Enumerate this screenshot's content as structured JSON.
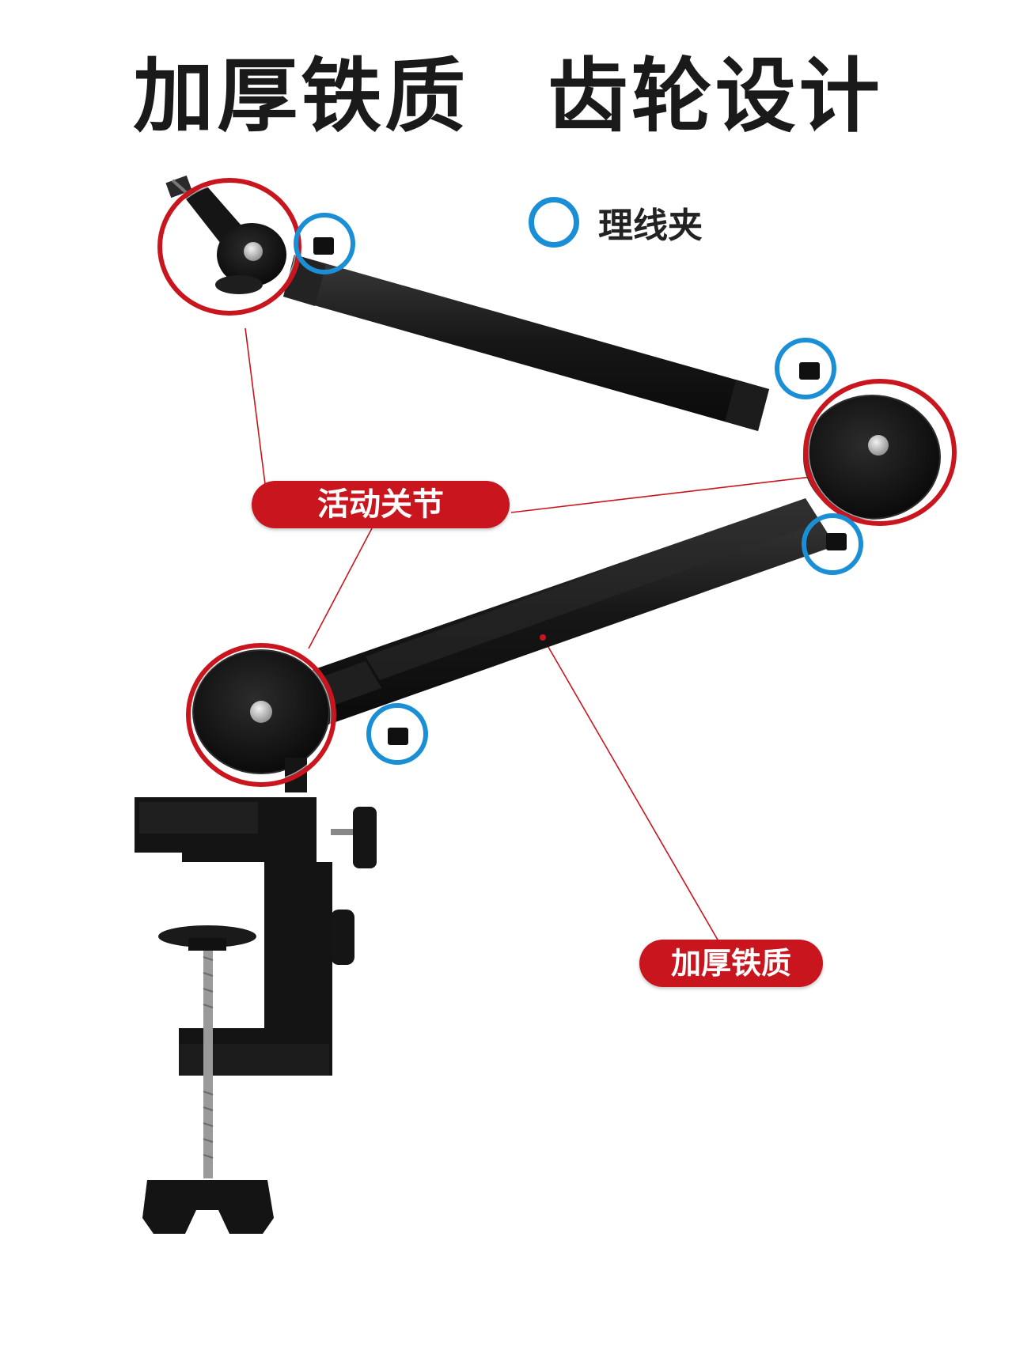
{
  "headline": {
    "part1": "加厚铁质",
    "part2": "齿轮设计"
  },
  "legend": {
    "label": "理线夹",
    "ring_color": "#1b8fd6"
  },
  "callouts": {
    "joint_label": "活动关节",
    "material_label": "加厚铁质",
    "highlight_color": "#c9151e"
  }
}
